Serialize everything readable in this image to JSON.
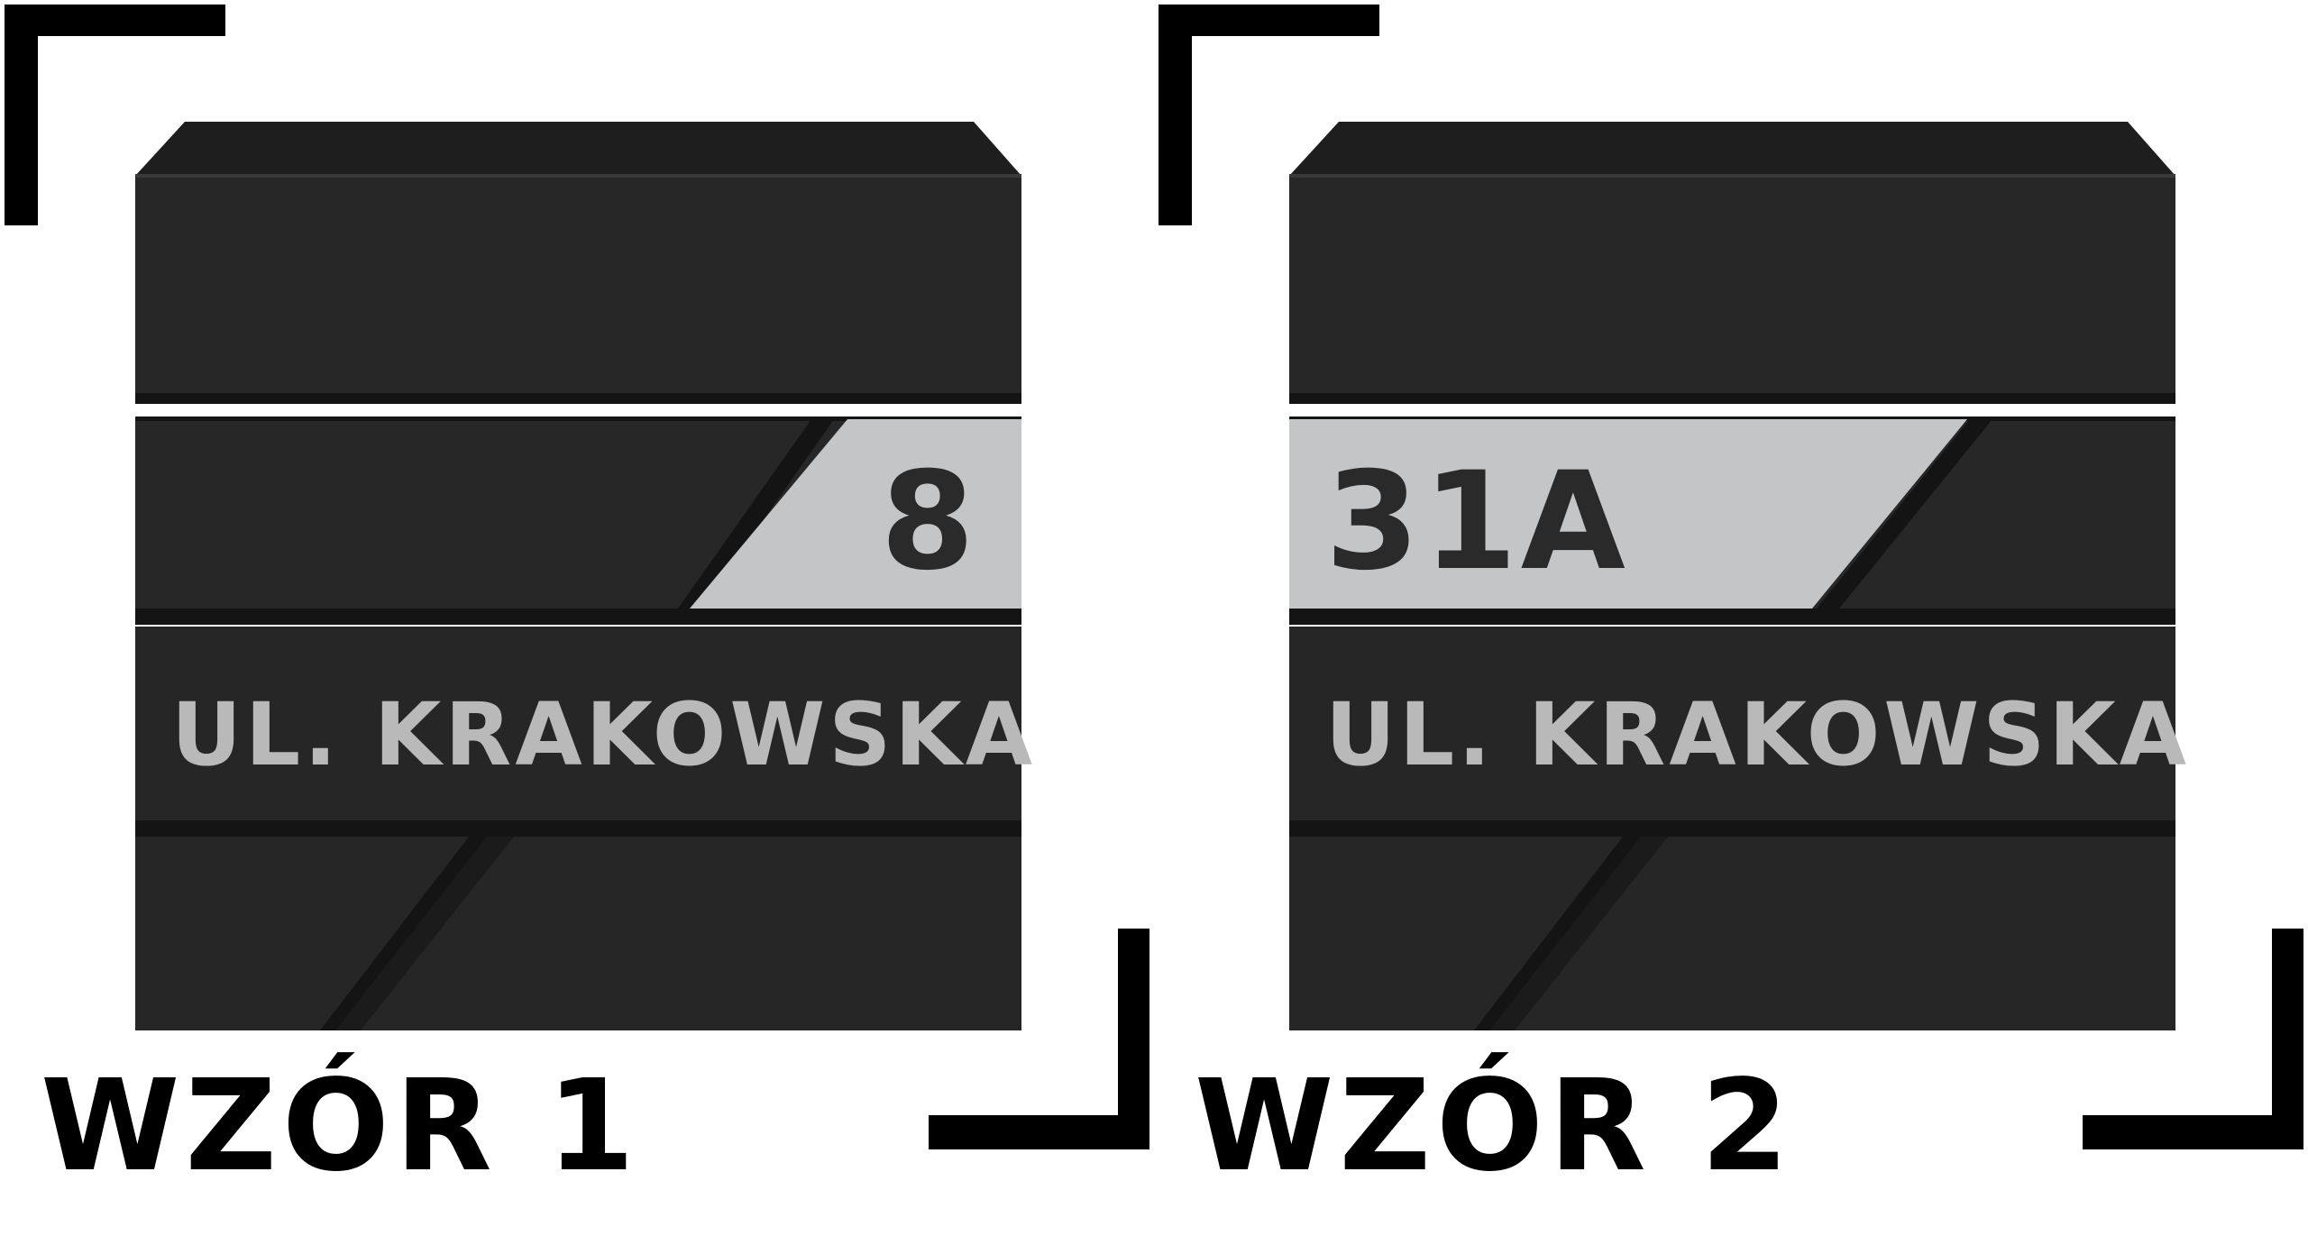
{
  "colors": {
    "background": "#ffffff",
    "box_body": "#262626",
    "box_dark": "#1b1b1b",
    "plate": "#c4c5c7",
    "street_text": "#b9b9b9",
    "number_text": "#2a2a2a",
    "corner_marks": "#000000"
  },
  "variants": [
    {
      "number": "8",
      "street": "UL. KRAKOWSKA",
      "label": "WZÓR 1",
      "plate_side": "right"
    },
    {
      "number": "31A",
      "street": "UL. KRAKOWSKA",
      "label": "WZÓR 2",
      "plate_side": "left"
    }
  ]
}
